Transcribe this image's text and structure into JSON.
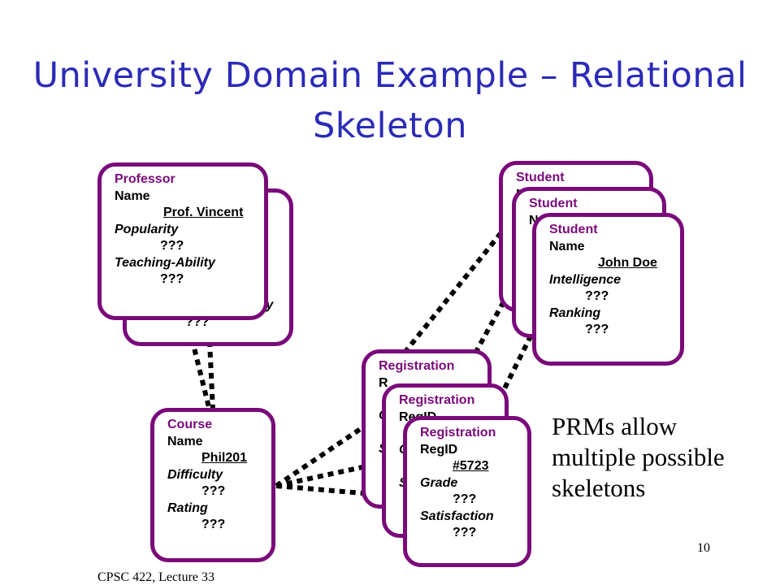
{
  "title": "University Domain Example – Relational Skeleton",
  "professor": {
    "class": "Professor",
    "name_label": "Name",
    "name_value": "Prof. Vincent",
    "attr1": "Popularity",
    "attr1_value": "???",
    "attr2": "Teaching-Ability",
    "attr2_value": "???",
    "back_fragment": "ty",
    "back_value": "???"
  },
  "course": {
    "class": "Course",
    "name_label": "Name",
    "name_value": "Phil201",
    "attr1": "Difficulty",
    "attr1_value": "???",
    "attr2": "Rating",
    "attr2_value": "???"
  },
  "registrations": [
    {
      "class": "Registration",
      "fragments": [
        "R",
        "G",
        "S"
      ]
    },
    {
      "class": "Registration",
      "fragments": [
        "RegID",
        "G",
        "S"
      ]
    },
    {
      "class": "Registration",
      "id_label": "RegID",
      "id_value": "#5723",
      "attr1": "Grade",
      "attr1_value": "???",
      "attr2": "Satisfaction",
      "attr2_value": "???"
    }
  ],
  "students": [
    {
      "class": "Student",
      "fragment": "N"
    },
    {
      "class": "Student",
      "fragment": "N"
    },
    {
      "class": "Student",
      "name_label": "Name",
      "name_value": "John Doe",
      "attr1": "Intelligence",
      "attr1_value": "???",
      "attr2": "Ranking",
      "attr2_value": "???"
    }
  ],
  "note": [
    "PRMs allow",
    "multiple possible",
    "skeletons"
  ],
  "footer": "CPSC 422, Lecture 33",
  "page_number": "10",
  "colors": {
    "title": "#2b2bb8",
    "frame": "#7a0a7a"
  }
}
